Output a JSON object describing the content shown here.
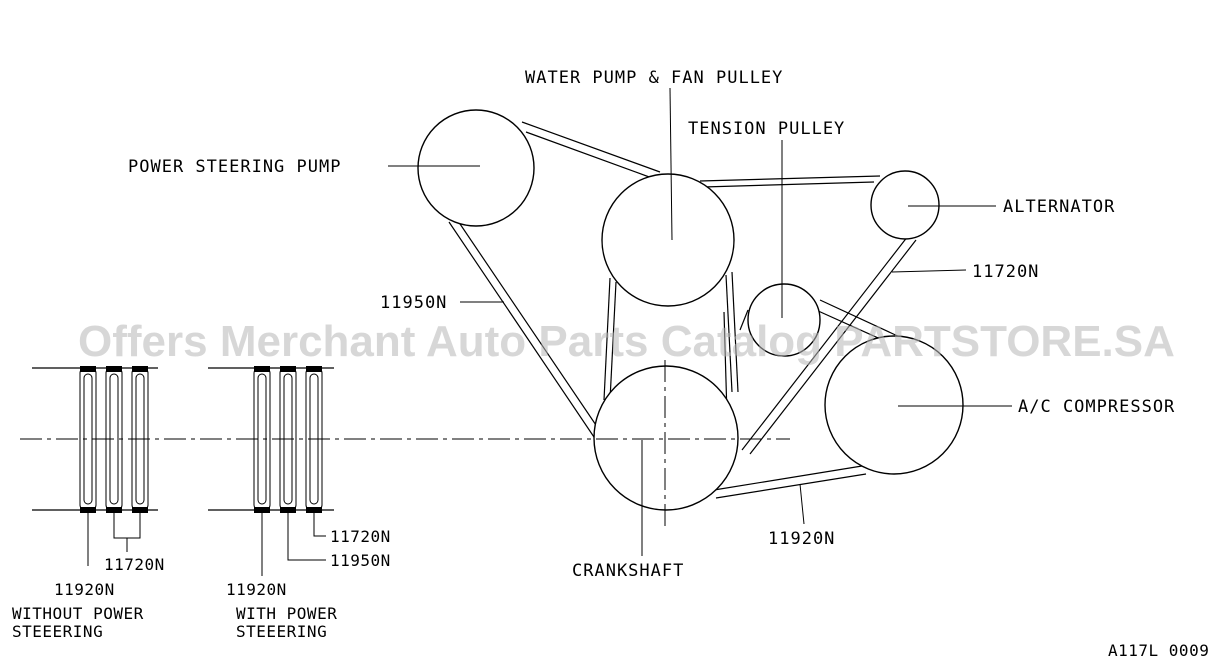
{
  "labels": {
    "water_pump": "WATER PUMP & FAN PULLEY",
    "tension_pulley": "TENSION PULLEY",
    "power_steering_pump": "POWER STEERING PUMP",
    "alternator": "ALTERNATOR",
    "ac_compressor": "A/C COMPRESSOR",
    "crankshaft": "CRANKSHAFT"
  },
  "belts": {
    "ps_belt": "11950N",
    "alt_belt": "11720N",
    "ac_belt": "11920N"
  },
  "section_without": {
    "belt_a": "11920N",
    "belt_b": "11720N",
    "caption_line1": "WITHOUT POWER",
    "caption_line2": "STEEERING"
  },
  "section_with": {
    "belt_a": "11920N",
    "belt_b": "11950N",
    "belt_c": "11720N",
    "caption_line1": "WITH POWER",
    "caption_line2": "STEEERING"
  },
  "watermark": "Offers Merchant Auto Parts Catalog PARTSTORE.SA",
  "figure_code": "A117L 0009"
}
